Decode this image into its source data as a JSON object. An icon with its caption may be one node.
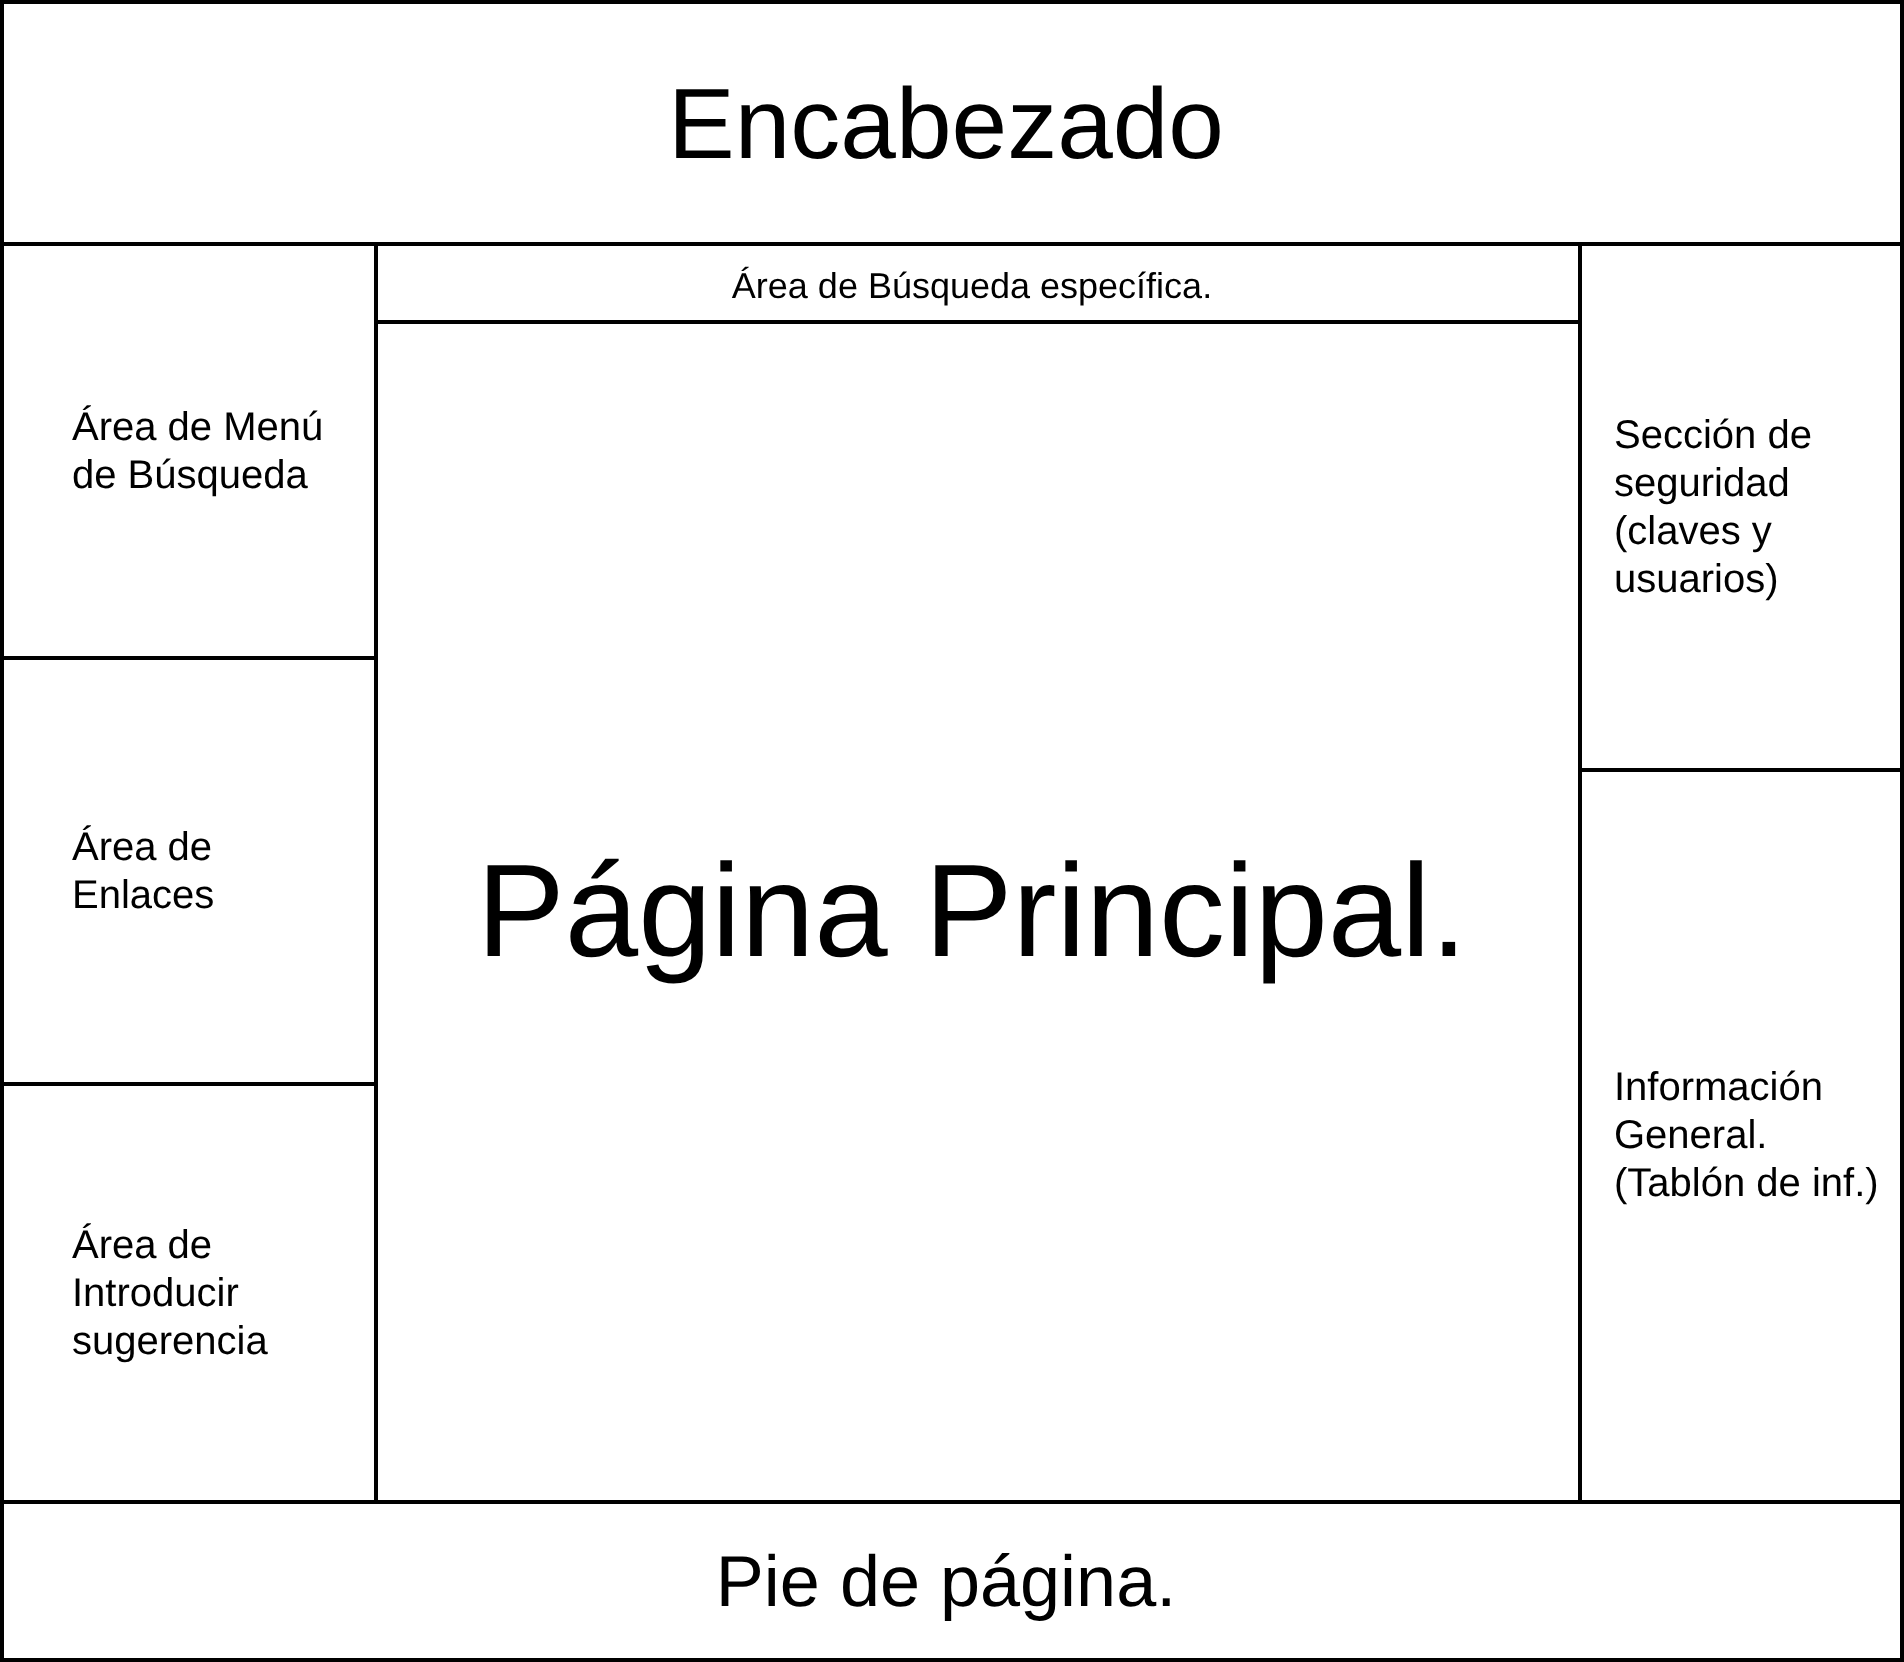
{
  "diagram": {
    "nodes": [
      {
        "text": [
          "Encabezado"
        ]
      },
      {
        "text": [
          "Área de Búsqueda específica."
        ]
      },
      {
        "text": [
          "Área de Menú de Búsqueda"
        ]
      },
      {
        "text": [
          "Sección de seguridad (claves y usuarios)"
        ]
      },
      {
        "text": [
          "Área de Enlaces"
        ]
      },
      {
        "text": [
          "Página Principal."
        ]
      },
      {
        "text": [
          "Información General. (Tablón de inf.)"
        ]
      },
      {
        "text": [
          "Área de Introducir sugerencia"
        ]
      },
      {
        "text": [
          "Pie de página."
        ]
      }
    ]
  }
}
